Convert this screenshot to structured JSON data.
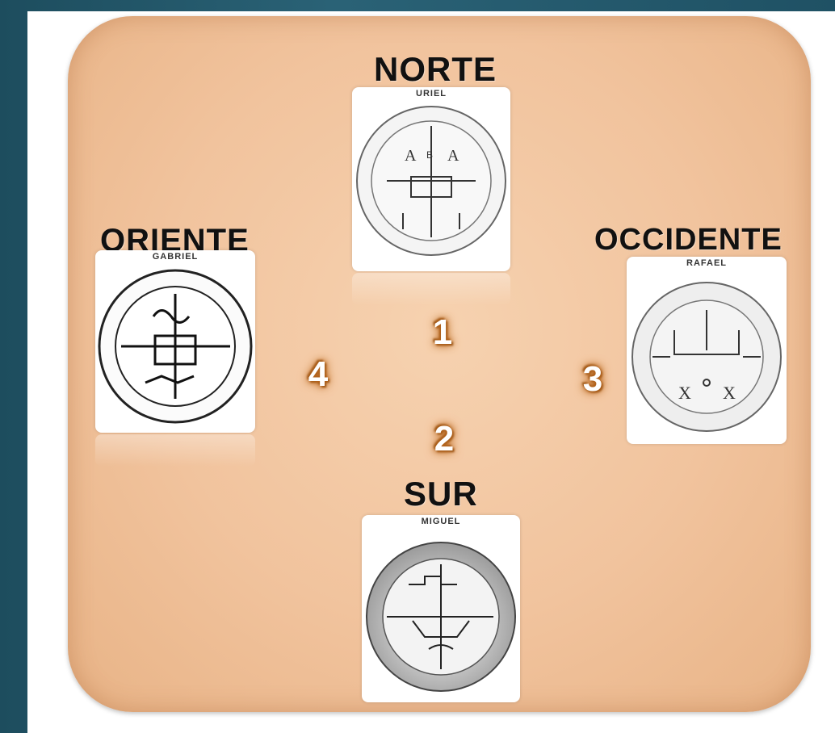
{
  "directions": {
    "north": "NORTE",
    "south": "SUR",
    "east": "ORIENTE",
    "west": "OCCIDENTE"
  },
  "angels": {
    "north": "URIEL",
    "south": "MIGUEL",
    "east": "GABRIEL",
    "west": "RAFAEL"
  },
  "numbers": {
    "one": "1",
    "two": "2",
    "three": "3",
    "four": "4"
  },
  "colors": {
    "background": "#1d4d5e",
    "panel": "#f1c39d",
    "number_glow": "#b5651d"
  },
  "icons": {
    "north_seal": "uriel-seal-icon",
    "south_seal": "miguel-seal-icon",
    "east_seal": "gabriel-seal-icon",
    "west_seal": "rafael-seal-icon"
  }
}
